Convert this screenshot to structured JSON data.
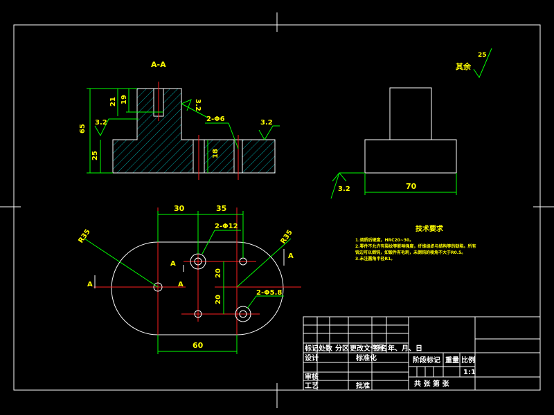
{
  "drawing": {
    "section_label": "A-A",
    "general_roughness_prefix": "其余",
    "general_roughness_value": "25"
  },
  "section_view": {
    "dims": {
      "total_height": "65",
      "top_depth": "21",
      "hole_depth": "19",
      "base_height": "25",
      "pocket_height": "18",
      "hole_label": "2-Φ6",
      "roughness_left": "3.2",
      "roughness_right": "3.2",
      "roughness_top": "3.2"
    }
  },
  "side_view": {
    "dims": {
      "width": "70",
      "roughness": "3.2"
    }
  },
  "plan_view": {
    "dims": {
      "dim_30": "30",
      "dim_35": "35",
      "hole_big": "2-Φ12",
      "r_left": "R35",
      "r_right": "R35",
      "dim_20_top": "20",
      "dim_20_bottom": "20",
      "hole_small": "2-Φ5.8",
      "dim_60": "60",
      "section_mark": "A"
    }
  },
  "tech_req": {
    "title": "技术要求",
    "items": [
      "1.调质后硬度，HRC20~30。",
      "2.零件不允许有裂纹等影响强度，纤维组织与结构等的缺陷。所有",
      "锐边可以倒钝，如锻件有毛刺，未倒钝的棱角不大于R0.5。",
      "3.未注圆角半径R1。"
    ]
  },
  "title_block": {
    "row_labels": [
      "标记",
      "处数",
      "分区",
      "更改文件号",
      "签名",
      "年、月、日"
    ],
    "design": "设计",
    "standardization": "标准化",
    "review": "审核",
    "process": "工艺",
    "approve": "批准",
    "stage_mark": "阶段标记",
    "weight": "重量",
    "scale": "比例",
    "scale_value": "1:1",
    "sheets": "共  张  第  张"
  }
}
